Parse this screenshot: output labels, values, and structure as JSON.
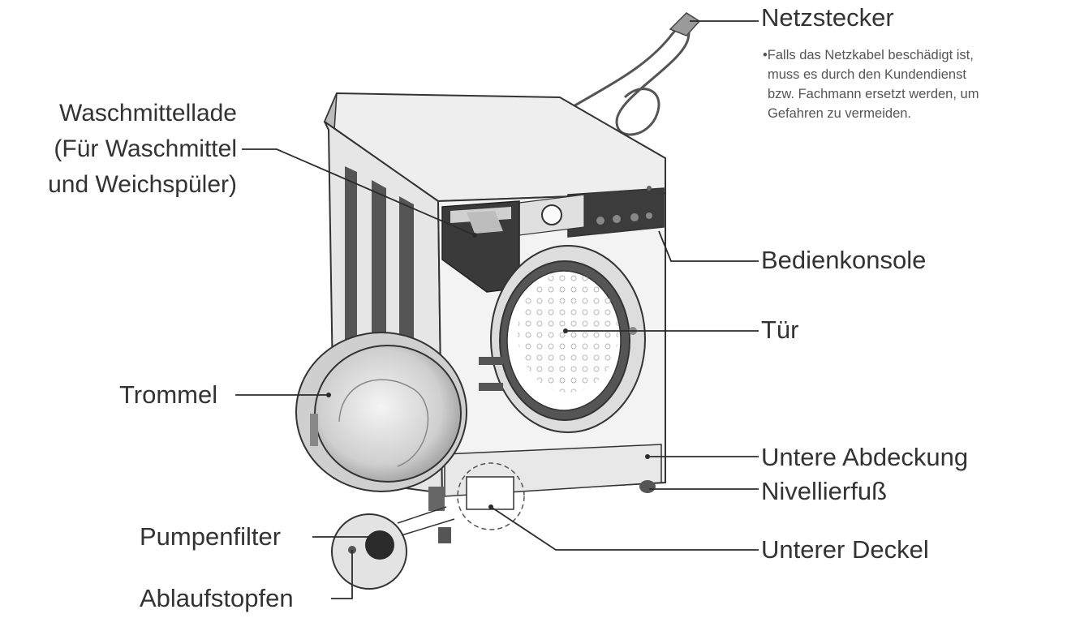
{
  "labels": {
    "netzstecker": "Netzstecker",
    "netz_note": [
      "•Falls das Netzkabel beschädigt ist,",
      "muss es durch den Kundendienst",
      "bzw. Fachmann ersetzt werden, um",
      "Gefahren zu vermeiden."
    ],
    "waschmittellade": [
      "Waschmittellade",
      "(Für Waschmittel",
      "und Weichspüler)"
    ],
    "bedienkonsole": "Bedienkonsole",
    "tuer": "Tür",
    "trommel": "Trommel",
    "untere_abdeckung": "Untere Abdeckung",
    "nivellierfuss": "Nivellierfuß",
    "pumpenfilter": "Pumpenfilter",
    "unterer_deckel": "Unterer Deckel",
    "ablaufstopfen": "Ablaufstopfen"
  },
  "colors": {
    "line": "#2b2b2b",
    "text": "#333333",
    "machine_fill": "#f2f2f2",
    "machine_shade": "#d8d8d8",
    "dark_panel": "#3a3a3a"
  }
}
